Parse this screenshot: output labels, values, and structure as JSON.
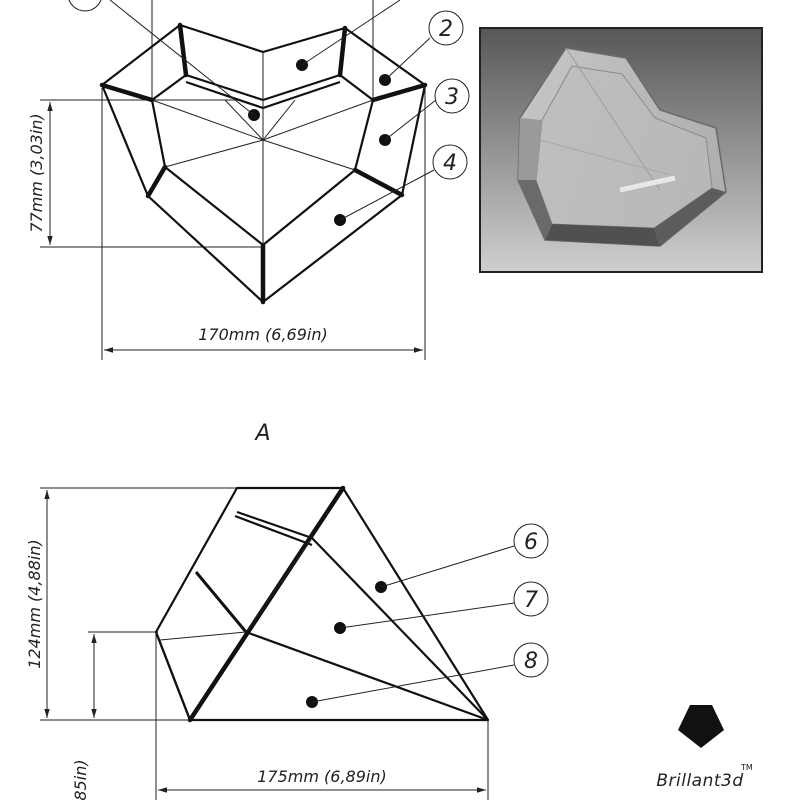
{
  "top_view": {
    "height_dim": "77mm (3,03in)",
    "width_dim": "170mm (6,69in)"
  },
  "section_label": "A",
  "side_view": {
    "height_dim": "124mm (4,88in)",
    "partial_height_dim": "85in)",
    "width_dim": "175mm (6,89in)"
  },
  "callouts": [
    "2",
    "3",
    "4",
    "6",
    "7",
    "8"
  ],
  "brand": {
    "name": "Brillant3d",
    "trademark": "TM"
  },
  "colors": {
    "line": "#111111",
    "photo_background_top": "#5a5a5a",
    "photo_background_bottom": "#c8c8c8"
  }
}
